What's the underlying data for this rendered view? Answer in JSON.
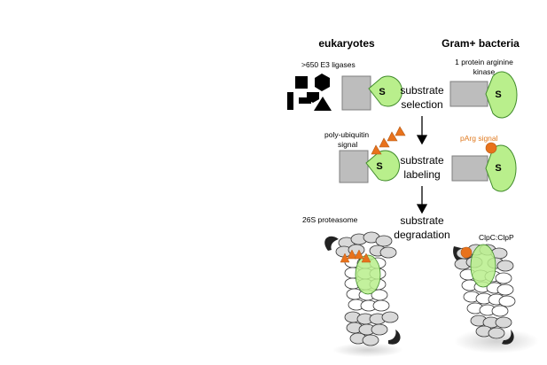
{
  "headers": {
    "left": "eukaryotes",
    "right": "Gram+ bacteria"
  },
  "left_labels": {
    "ligases": ">650 E3 ligases",
    "ubiquitin_line1": "poly-ubiquitin",
    "ubiquitin_line2": "signal",
    "proteasome": "26S proteasome"
  },
  "right_labels": {
    "kinase_line1": "1 protein arginine",
    "kinase_line2": "kinase",
    "parg": "pArg signal",
    "clp": "ClpC:ClpP"
  },
  "steps": {
    "selection_line1": "substrate",
    "selection_line2": "selection",
    "labeling_line1": "substrate",
    "labeling_line2": "labeling",
    "degradation_line1": "substrate",
    "degradation_line2": "degradation"
  },
  "substrate_letter": "S",
  "colors": {
    "substrate_fill": "#b9ef8c",
    "substrate_stroke": "#3f8a2a",
    "enzyme_fill": "#bdbdbd",
    "signal_orange": "#e8721c",
    "parg_text": "#e07a1f",
    "black": "#000000"
  }
}
